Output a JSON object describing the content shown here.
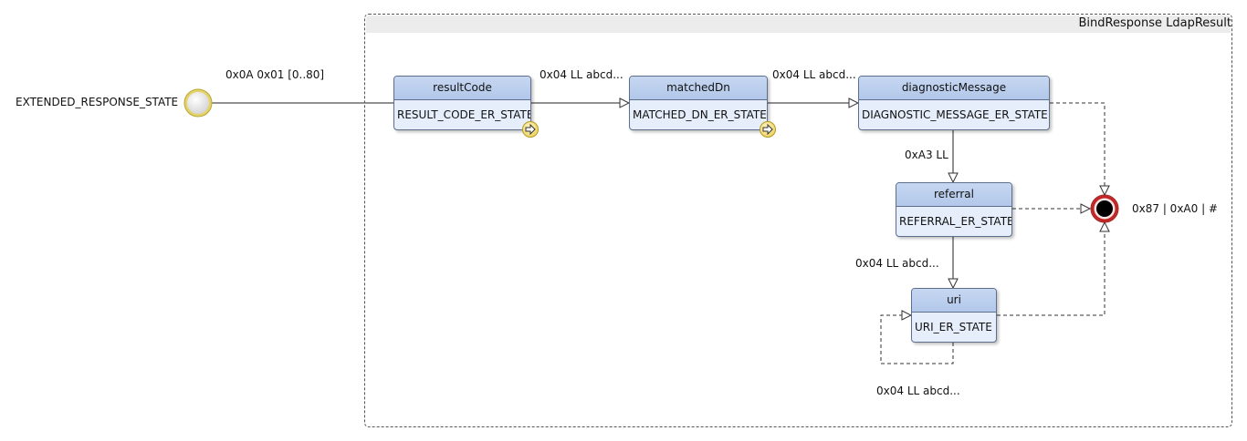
{
  "container": {
    "title": "BindResponse LdapResult"
  },
  "initial": {
    "label": "EXTENDED_RESPONSE_STATE"
  },
  "states": [
    {
      "id": "resultCode",
      "name": "resultCode",
      "state": "RESULT_CODE_ER_STATE",
      "drilldown": true
    },
    {
      "id": "matchedDn",
      "name": "matchedDn",
      "state": "MATCHED_DN_ER_STATE",
      "drilldown": true
    },
    {
      "id": "diagnosticMessage",
      "name": "diagnosticMessage",
      "state": "DIAGNOSTIC_MESSAGE_ER_STATE",
      "drilldown": false
    },
    {
      "id": "referral",
      "name": "referral",
      "state": "REFERRAL_ER_STATE",
      "drilldown": false
    },
    {
      "id": "uri",
      "name": "uri",
      "state": "URI_ER_STATE",
      "drilldown": false
    }
  ],
  "transitions": {
    "initial_to_resultCode": "0x0A 0x01 [0..80]",
    "resultCode_to_matchedDn": "0x04 LL abcd...",
    "matchedDn_to_diagnosticMessage": "0x04 LL abcd...",
    "diagnosticMessage_to_referral": "0xA3 LL",
    "referral_to_uri": "0x04 LL abcd...",
    "uri_self_loop": "0x04 LL abcd...",
    "to_final": "0x87 | 0xA0 | #"
  },
  "colors": {
    "state_header": "#b9ccec",
    "state_body": "#e6eefb",
    "state_border": "#5d6f8c",
    "initial_fill": "#eeeeee",
    "initial_ring": "#e3d36a",
    "final_ring": "#b82020",
    "final_core": "#000000",
    "badge": "#e6c94a"
  }
}
